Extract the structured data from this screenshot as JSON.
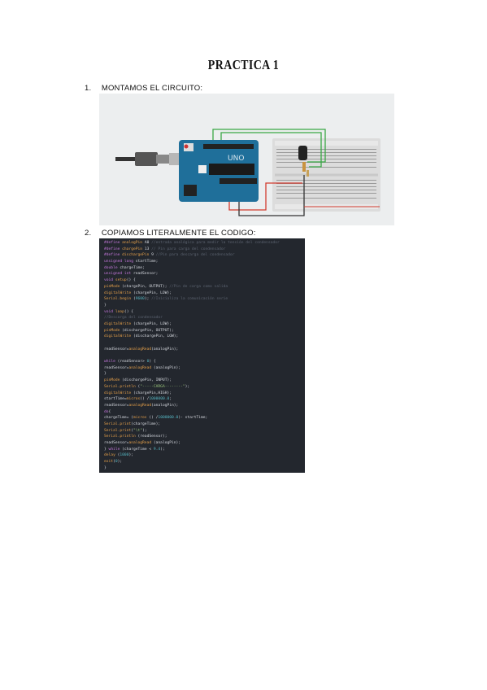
{
  "document": {
    "title": "PRACTICA 1",
    "items": [
      {
        "number": "1.",
        "text": "MONTAMOS EL CIRCUITO:"
      },
      {
        "number": "2.",
        "text": "COPIAMOS LITERALMENTE EL CODIGO:"
      }
    ]
  },
  "code_lines": [
    [
      [
        "kw",
        "#define "
      ],
      [
        "fn",
        "analogPin "
      ],
      [
        "pl",
        "A0 "
      ],
      [
        "cm",
        "//entrada analógica para medir la tensión del condensador"
      ]
    ],
    [
      [
        "kw",
        "#define "
      ],
      [
        "fn",
        "chargePin "
      ],
      [
        "pl",
        "13 "
      ],
      [
        "cm",
        "// Pin para carga del condensador"
      ]
    ],
    [
      [
        "kw",
        "#define "
      ],
      [
        "fn",
        "dischargePin "
      ],
      [
        "pl",
        "9 "
      ],
      [
        "cm",
        "//Pin para descarga del condensador"
      ]
    ],
    [
      [
        "kw",
        "unsigned long "
      ],
      [
        "pl",
        "startTime;"
      ]
    ],
    [
      [
        "kw",
        "double "
      ],
      [
        "pl",
        "chargeTime;"
      ]
    ],
    [
      [
        "kw",
        "unsigned int "
      ],
      [
        "pl",
        "readSensor;"
      ]
    ],
    [
      [
        "kw",
        "void "
      ],
      [
        "fn",
        "setup"
      ],
      [
        "pl",
        "() {"
      ]
    ],
    [
      [
        "fn",
        "pinMode "
      ],
      [
        "pl",
        "(chargePin, OUTPUT); "
      ],
      [
        "cm",
        "//Pin de carga como salida"
      ]
    ],
    [
      [
        "fn",
        "digitalWrite "
      ],
      [
        "pl",
        "(chargePin, LOW);"
      ]
    ],
    [
      [
        "fn",
        "Serial.begin "
      ],
      [
        "pl",
        "("
      ],
      [
        "nm",
        "9600"
      ],
      [
        "pl",
        "); "
      ],
      [
        "cm",
        "//Inicializa la comunicación serie"
      ]
    ],
    [
      [
        "pl",
        "}"
      ]
    ],
    [
      [
        "kw",
        "void "
      ],
      [
        "fn",
        "loop"
      ],
      [
        "pl",
        "() {"
      ]
    ],
    [
      [
        "cm",
        "//Descarga del condensador"
      ]
    ],
    [
      [
        "fn",
        "digitalWrite "
      ],
      [
        "pl",
        "(chargePin, LOW);"
      ]
    ],
    [
      [
        "fn",
        "pinMode "
      ],
      [
        "pl",
        "(dischargePin, OUTPUT);"
      ]
    ],
    [
      [
        "fn",
        "digitalWrite "
      ],
      [
        "pl",
        "(dischargePin, LOW);"
      ]
    ],
    [],
    [
      [
        "pl",
        "readSensor="
      ],
      [
        "fn",
        "analogRead"
      ],
      [
        "pl",
        "(analogPin);"
      ]
    ],
    [],
    [
      [
        "kw",
        "while "
      ],
      [
        "pl",
        "(readSensor> "
      ],
      [
        "nm",
        "0"
      ],
      [
        "pl",
        ") {"
      ]
    ],
    [
      [
        "pl",
        "readSensor="
      ],
      [
        "fn",
        "analogRead "
      ],
      [
        "pl",
        "(analogPin);"
      ]
    ],
    [
      [
        "pl",
        "}"
      ]
    ],
    [
      [
        "fn",
        "pinMode "
      ],
      [
        "pl",
        "(dischargePin, INPUT);"
      ]
    ],
    [
      [
        "fn",
        "Serial.println "
      ],
      [
        "pl",
        "("
      ],
      [
        "st",
        "\"-----CARGA--------\""
      ],
      [
        "pl",
        ");"
      ]
    ],
    [
      [
        "fn",
        "digitalWrite "
      ],
      [
        "pl",
        "(chargePin,HIGH);"
      ]
    ],
    [
      [
        "pl",
        "startTime="
      ],
      [
        "fn",
        "micros"
      ],
      [
        "pl",
        "() /"
      ],
      [
        "nm",
        "1000000.0"
      ],
      [
        "pl",
        ";"
      ]
    ],
    [
      [
        "pl",
        "readSensor="
      ],
      [
        "fn",
        "analogRead"
      ],
      [
        "pl",
        "(analogPin);"
      ]
    ],
    [
      [
        "kw",
        "do"
      ],
      [
        "pl",
        "{"
      ]
    ],
    [
      [
        "pl",
        "chargeTime= ("
      ],
      [
        "fn",
        "micros "
      ],
      [
        "pl",
        "() /"
      ],
      [
        "nm",
        "1000000.0"
      ],
      [
        "pl",
        ")- startTime;"
      ]
    ],
    [
      [
        "fn",
        "Serial.print"
      ],
      [
        "pl",
        "(chargeTime);"
      ]
    ],
    [
      [
        "fn",
        "Serial.print"
      ],
      [
        "pl",
        "("
      ],
      [
        "st",
        "\"\\t\""
      ],
      [
        "pl",
        ");"
      ]
    ],
    [
      [
        "fn",
        "Serial.println "
      ],
      [
        "pl",
        "(readSensor);"
      ]
    ],
    [
      [
        "pl",
        "readSensor="
      ],
      [
        "fn",
        "analogRead "
      ],
      [
        "pl",
        "(analogPin);"
      ]
    ],
    [
      [
        "pl",
        "} "
      ],
      [
        "kw",
        "while "
      ],
      [
        "pl",
        "(chargeTime < "
      ],
      [
        "nm",
        "9.4"
      ],
      [
        "pl",
        ");"
      ]
    ],
    [
      [
        "fn",
        "delay "
      ],
      [
        "pl",
        "("
      ],
      [
        "nm",
        "1000"
      ],
      [
        "pl",
        ");"
      ]
    ],
    [
      [
        "fn",
        "exit"
      ],
      [
        "pl",
        "("
      ],
      [
        "nm",
        "0"
      ],
      [
        "pl",
        ");"
      ]
    ],
    [
      [
        "pl",
        "}"
      ]
    ]
  ]
}
